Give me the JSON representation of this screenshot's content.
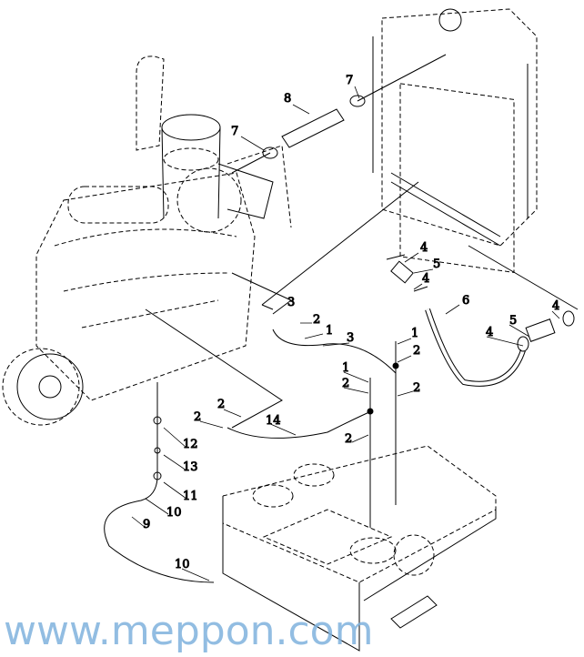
{
  "watermark": "www.meppon.com",
  "callouts": [
    "7",
    "8",
    "7",
    "3",
    "2",
    "1",
    "4",
    "5",
    "4",
    "6",
    "4",
    "5",
    "4",
    "1",
    "2",
    "3",
    "1",
    "2",
    "2",
    "2",
    "2",
    "14",
    "2",
    "12",
    "13",
    "11",
    "10",
    "9",
    "10"
  ],
  "colors": {
    "line": "#000000",
    "watermark": "#7fb2dd"
  }
}
